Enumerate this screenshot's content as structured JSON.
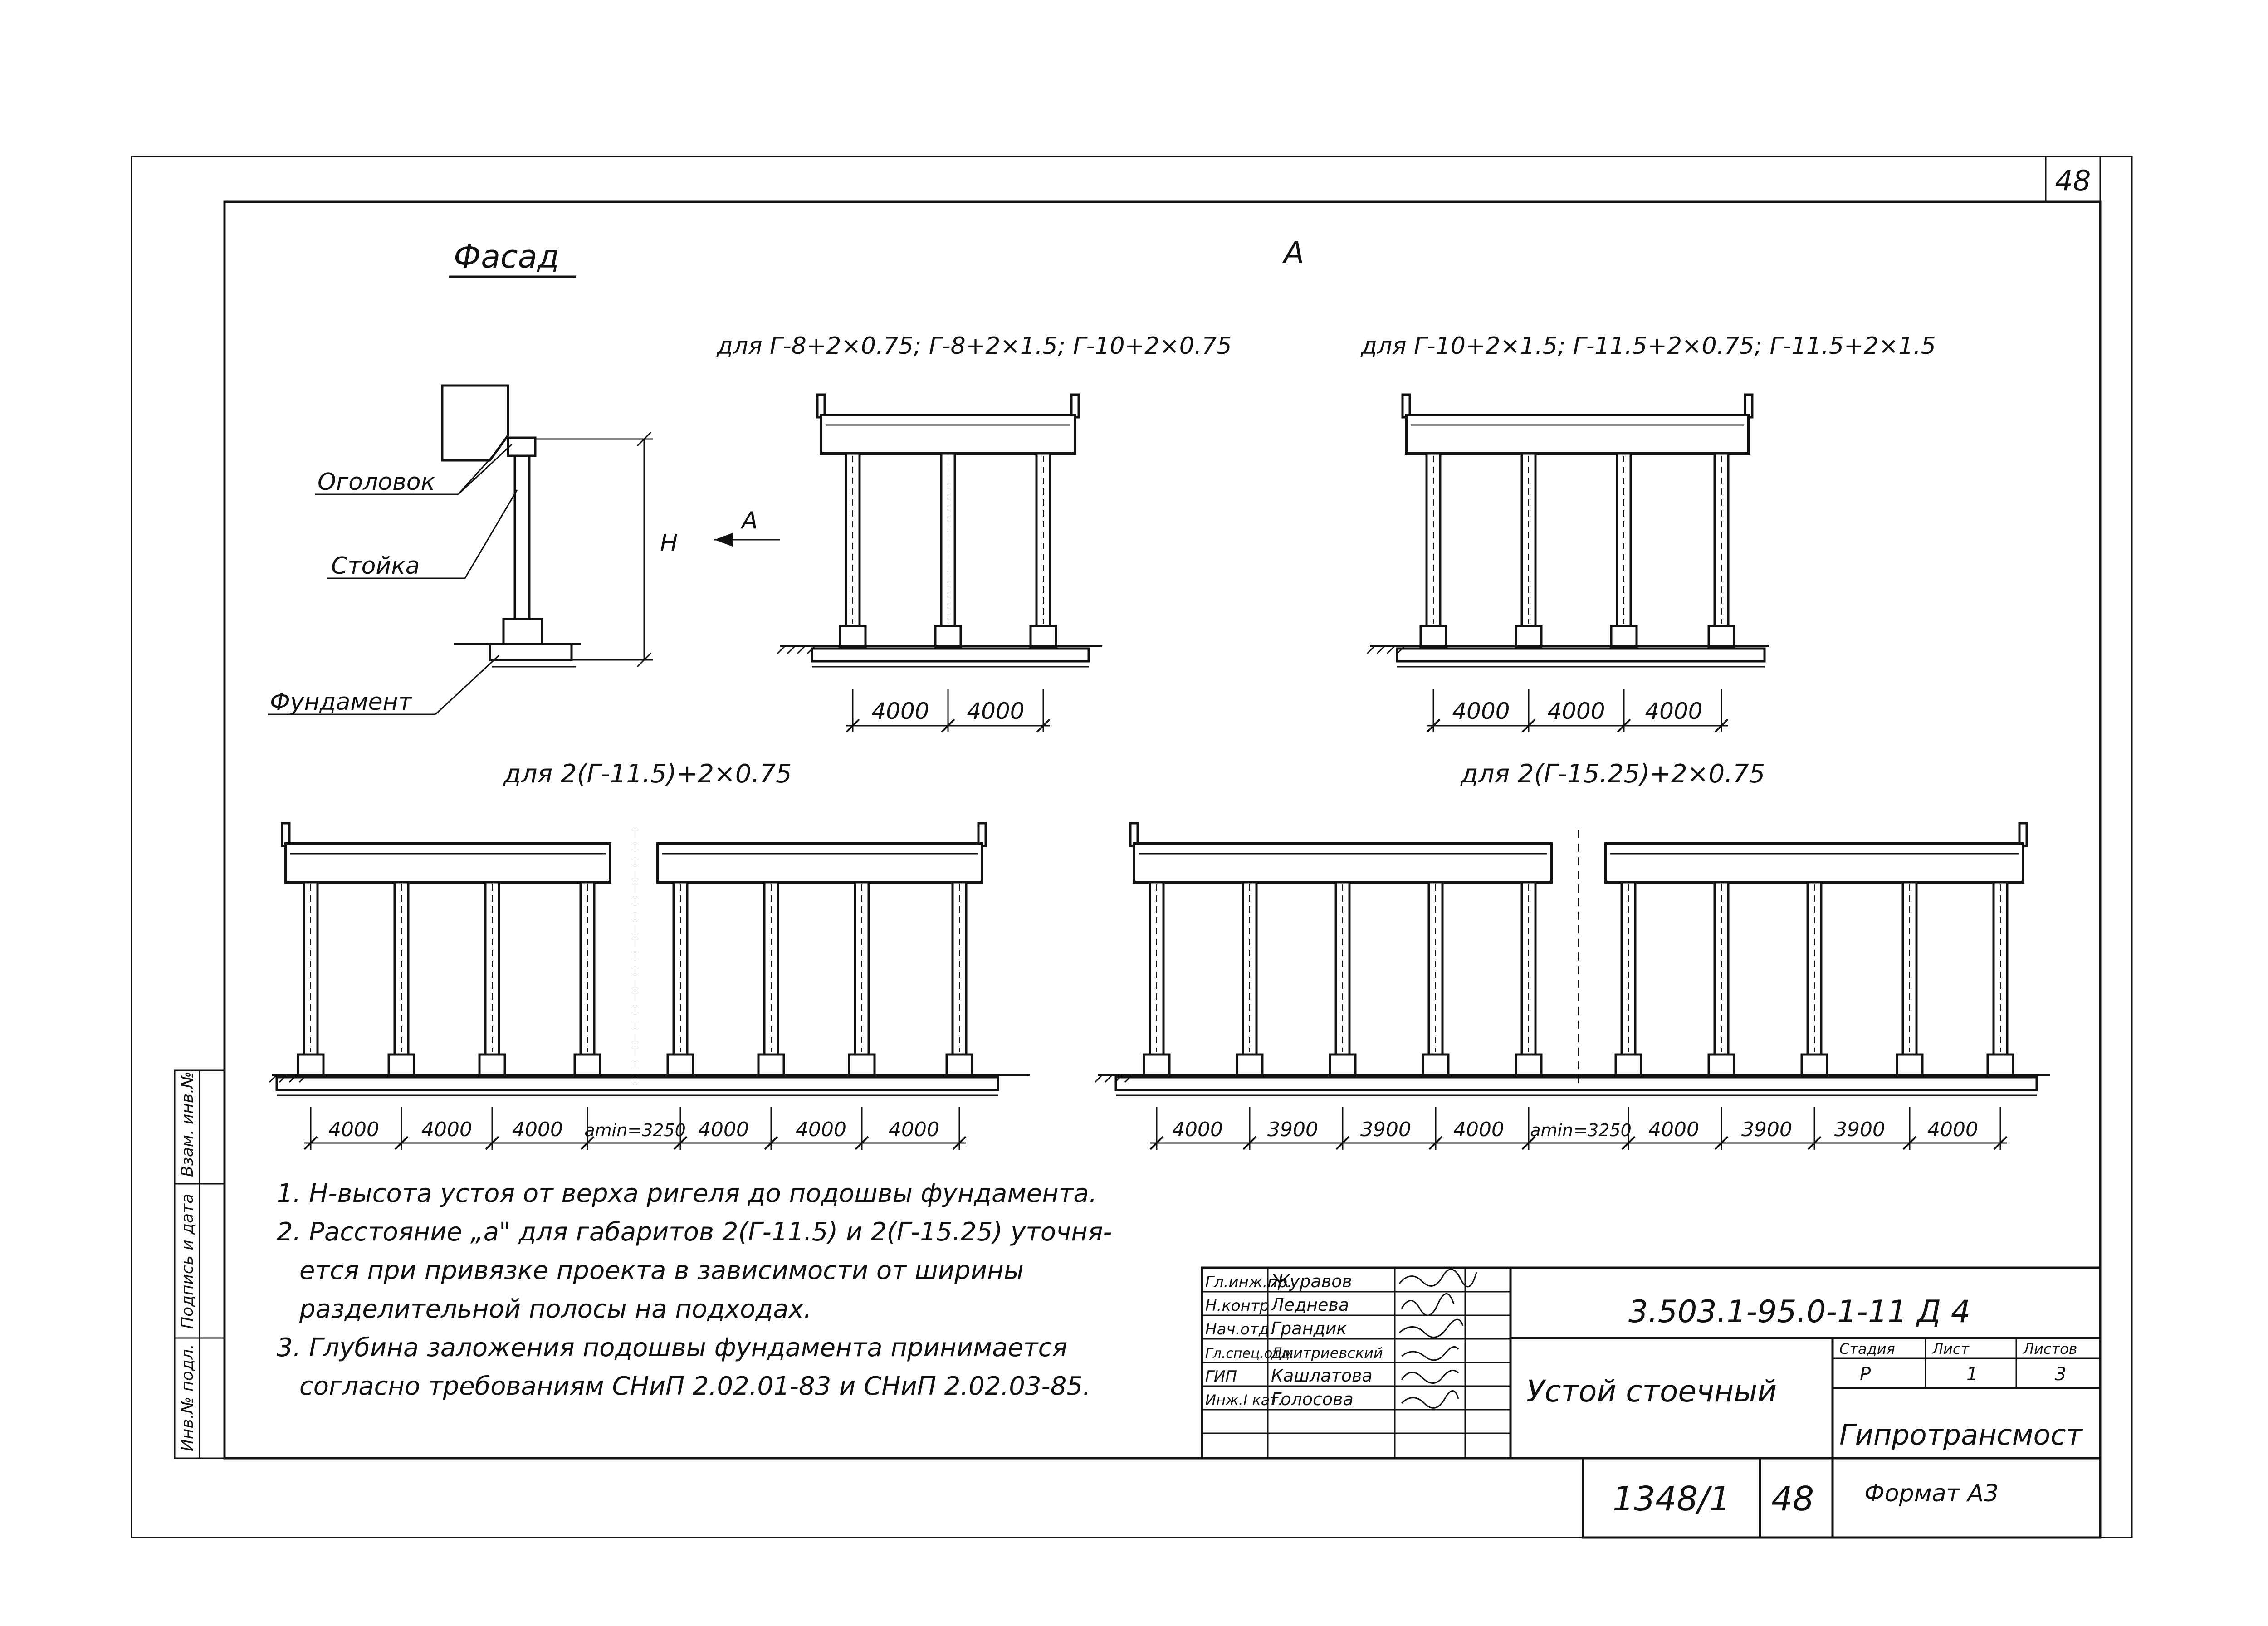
{
  "sheet_number_corner": "48",
  "facade": {
    "title": "Фасад",
    "view_label": "А",
    "labels": {
      "head": "Оголовок",
      "column": "Стойка",
      "foundation": "Фундамент",
      "height": "Н",
      "arrow": "А"
    }
  },
  "elevations": [
    {
      "caption": "для Г-8+2×0.75; Г-8+2×1.5; Г-10+2×0.75",
      "spans": [
        "4000",
        "4000"
      ]
    },
    {
      "caption": "для Г-10+2×1.5; Г-11.5+2×0.75; Г-11.5+2×1.5",
      "spans": [
        "4000",
        "4000",
        "4000"
      ]
    },
    {
      "caption": "для 2(Г-11.5)+2×0.75",
      "spans": [
        "4000",
        "4000",
        "4000",
        "аmin=3250",
        "4000",
        "4000",
        "4000"
      ]
    },
    {
      "caption": "для 2(Г-15.25)+2×0.75",
      "spans": [
        "4000",
        "3900",
        "3900",
        "4000",
        "аmin=3250",
        "4000",
        "3900",
        "3900",
        "4000"
      ]
    }
  ],
  "notes": [
    "1. Н-высота устоя от верха ригеля до подошвы фундамента.",
    "2. Расстояние „а\" для габаритов 2(Г-11.5) и 2(Г-15.25) уточня-",
    "ется при привязке проекта в зависимости от ширины",
    "разделительной полосы на подходах.",
    "3. Глубина заложения подошвы фундамента принимается",
    "согласно требованиям СНиП 2.02.01-83 и СНиП 2.02.03-85."
  ],
  "side_stamp": [
    "Инв.№ подл.",
    "Подпись и дата",
    "Взам. инв.№"
  ],
  "title_block": {
    "staff": [
      {
        "role": "Гл.инж.пр.",
        "name": "Журавов"
      },
      {
        "role": "Н.контр",
        "name": "Леднева"
      },
      {
        "role": "Нач.отд.",
        "name": "Грандик"
      },
      {
        "role": "Гл.спец.отд.",
        "name": "Дмитриевский"
      },
      {
        "role": "ГИП",
        "name": "Кашлатова"
      },
      {
        "role": "Инж.I кат.",
        "name": "Голосова"
      }
    ],
    "designation": "3.503.1-95.0-1-11 Д 4",
    "object_name": "Устой стоечный",
    "stage_header": "Стадия",
    "sheet_header": "Лист",
    "sheets_header": "Листов",
    "stage": "Р",
    "sheet": "1",
    "sheets": "3",
    "organization": "Гипротрансмост",
    "album_number": "1348/1",
    "page": "48",
    "format": "Формат А3"
  }
}
